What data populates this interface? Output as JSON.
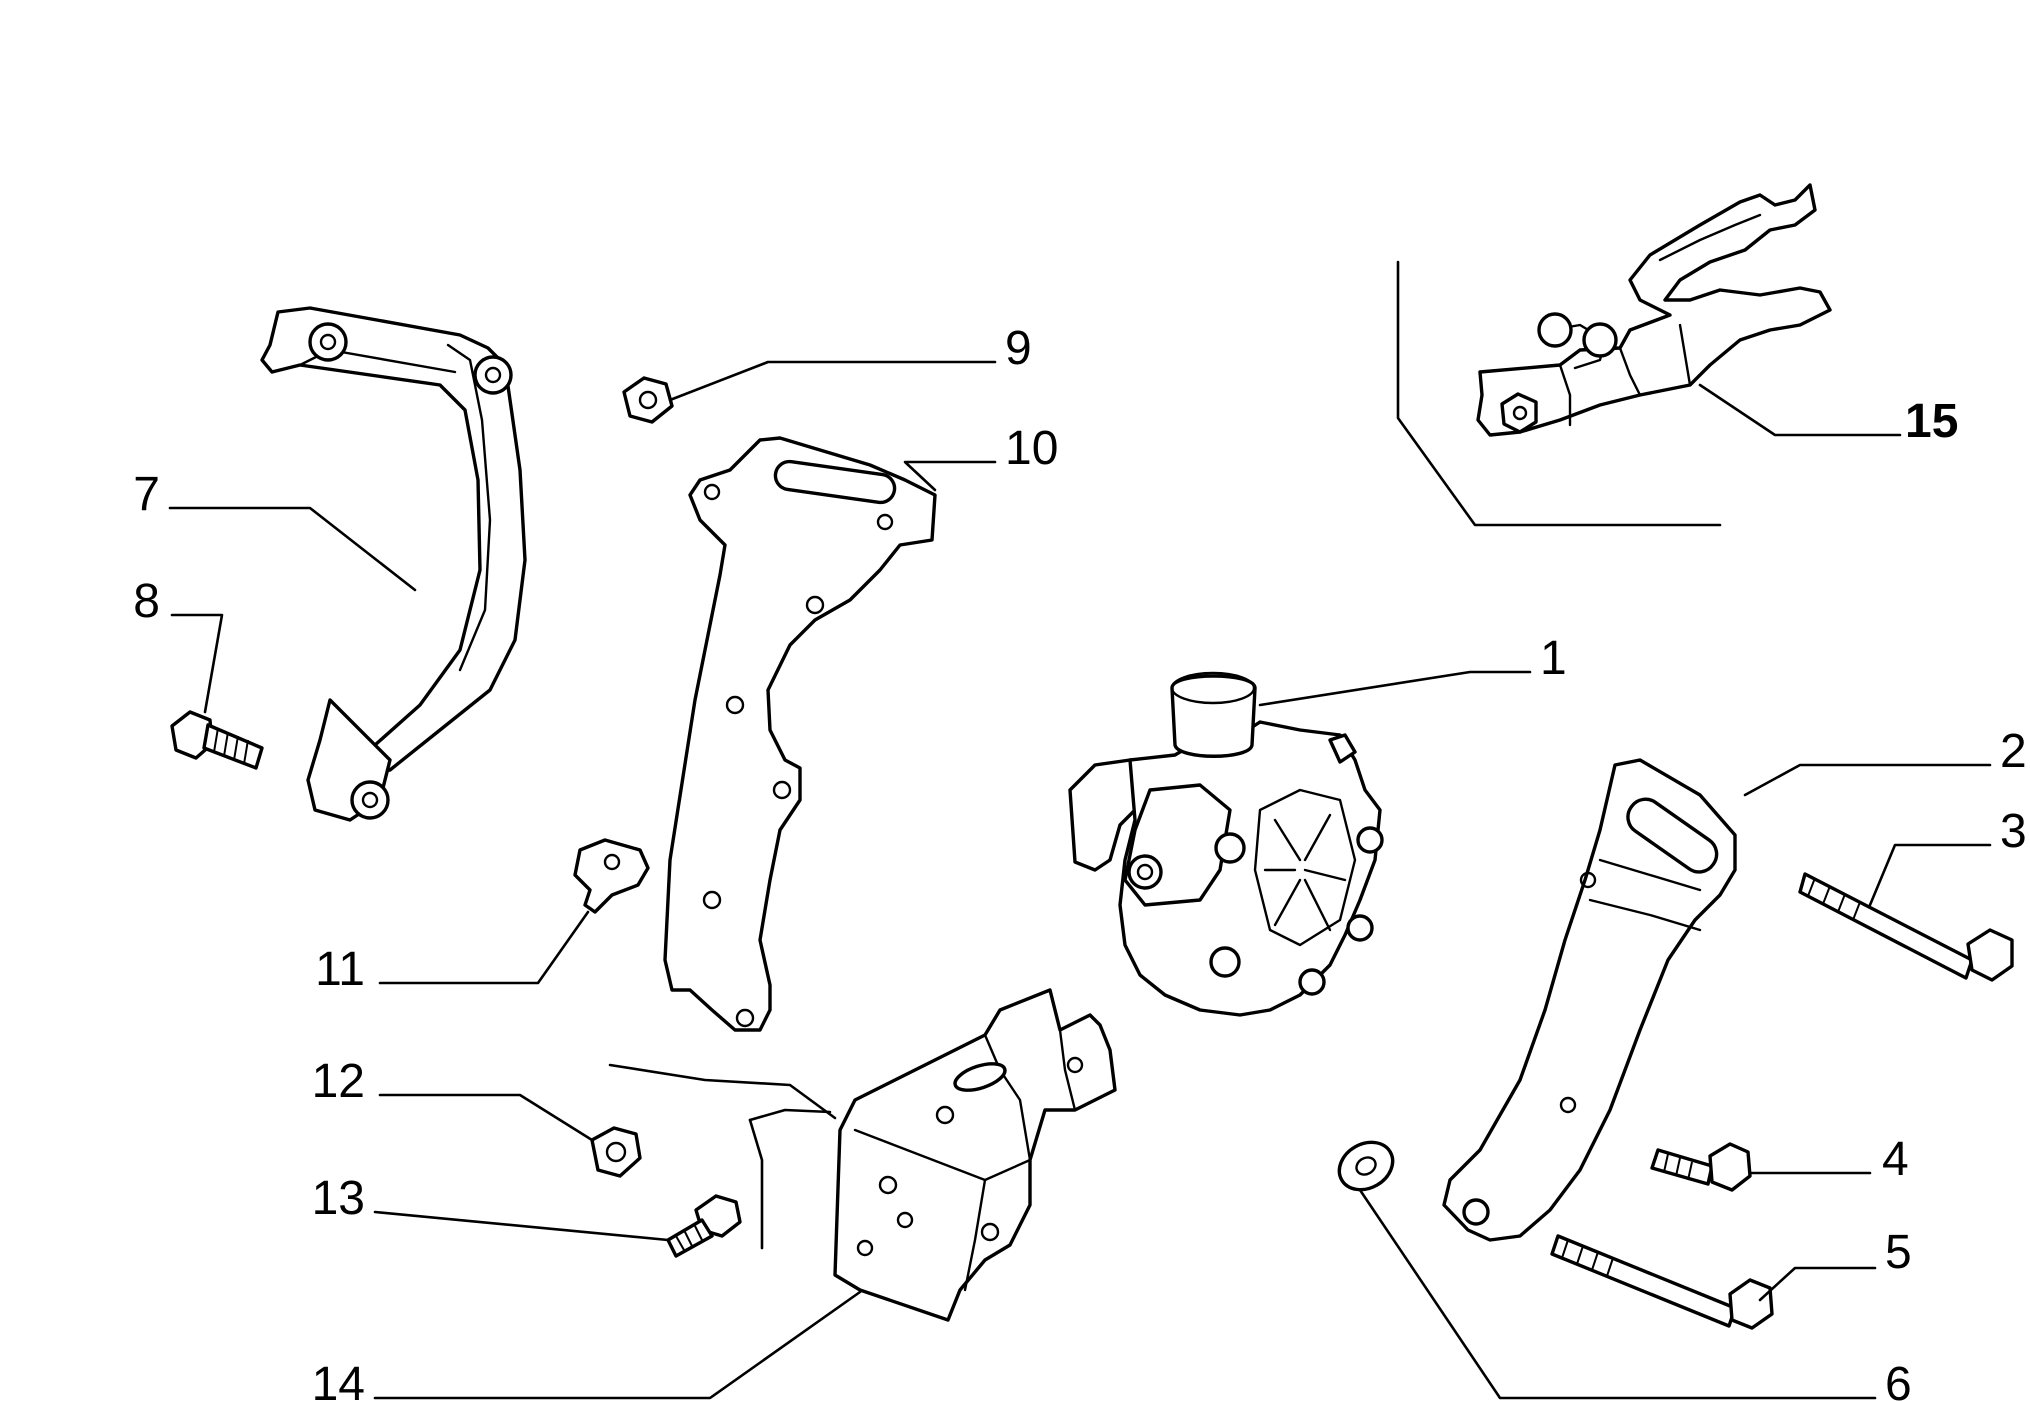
{
  "callouts": [
    {
      "id": "1",
      "label": "1"
    },
    {
      "id": "2",
      "label": "2"
    },
    {
      "id": "3",
      "label": "3"
    },
    {
      "id": "4",
      "label": "4"
    },
    {
      "id": "5",
      "label": "5"
    },
    {
      "id": "6",
      "label": "6"
    },
    {
      "id": "7",
      "label": "7"
    },
    {
      "id": "8",
      "label": "8"
    },
    {
      "id": "9",
      "label": "9"
    },
    {
      "id": "10",
      "label": "10"
    },
    {
      "id": "11",
      "label": "11"
    },
    {
      "id": "12",
      "label": "12"
    },
    {
      "id": "13",
      "label": "13"
    },
    {
      "id": "14",
      "label": "14"
    },
    {
      "id": "15",
      "label": "15"
    }
  ],
  "parts": [
    {
      "ref": "1",
      "icon": "pump-icon"
    },
    {
      "ref": "2",
      "icon": "bracket-icon"
    },
    {
      "ref": "3",
      "icon": "long-bolt-icon"
    },
    {
      "ref": "4",
      "icon": "bolt-icon"
    },
    {
      "ref": "5",
      "icon": "long-bolt-icon"
    },
    {
      "ref": "6",
      "icon": "washer-icon"
    },
    {
      "ref": "7",
      "icon": "curved-bracket-icon"
    },
    {
      "ref": "8",
      "icon": "bolt-icon"
    },
    {
      "ref": "9",
      "icon": "nut-icon"
    },
    {
      "ref": "10",
      "icon": "plate-icon"
    },
    {
      "ref": "11",
      "icon": "clip-nut-icon"
    },
    {
      "ref": "12",
      "icon": "nut-icon"
    },
    {
      "ref": "13",
      "icon": "bolt-icon"
    },
    {
      "ref": "14",
      "icon": "support-bracket-icon"
    },
    {
      "ref": "15",
      "icon": "pipe-clamp-icon"
    }
  ]
}
